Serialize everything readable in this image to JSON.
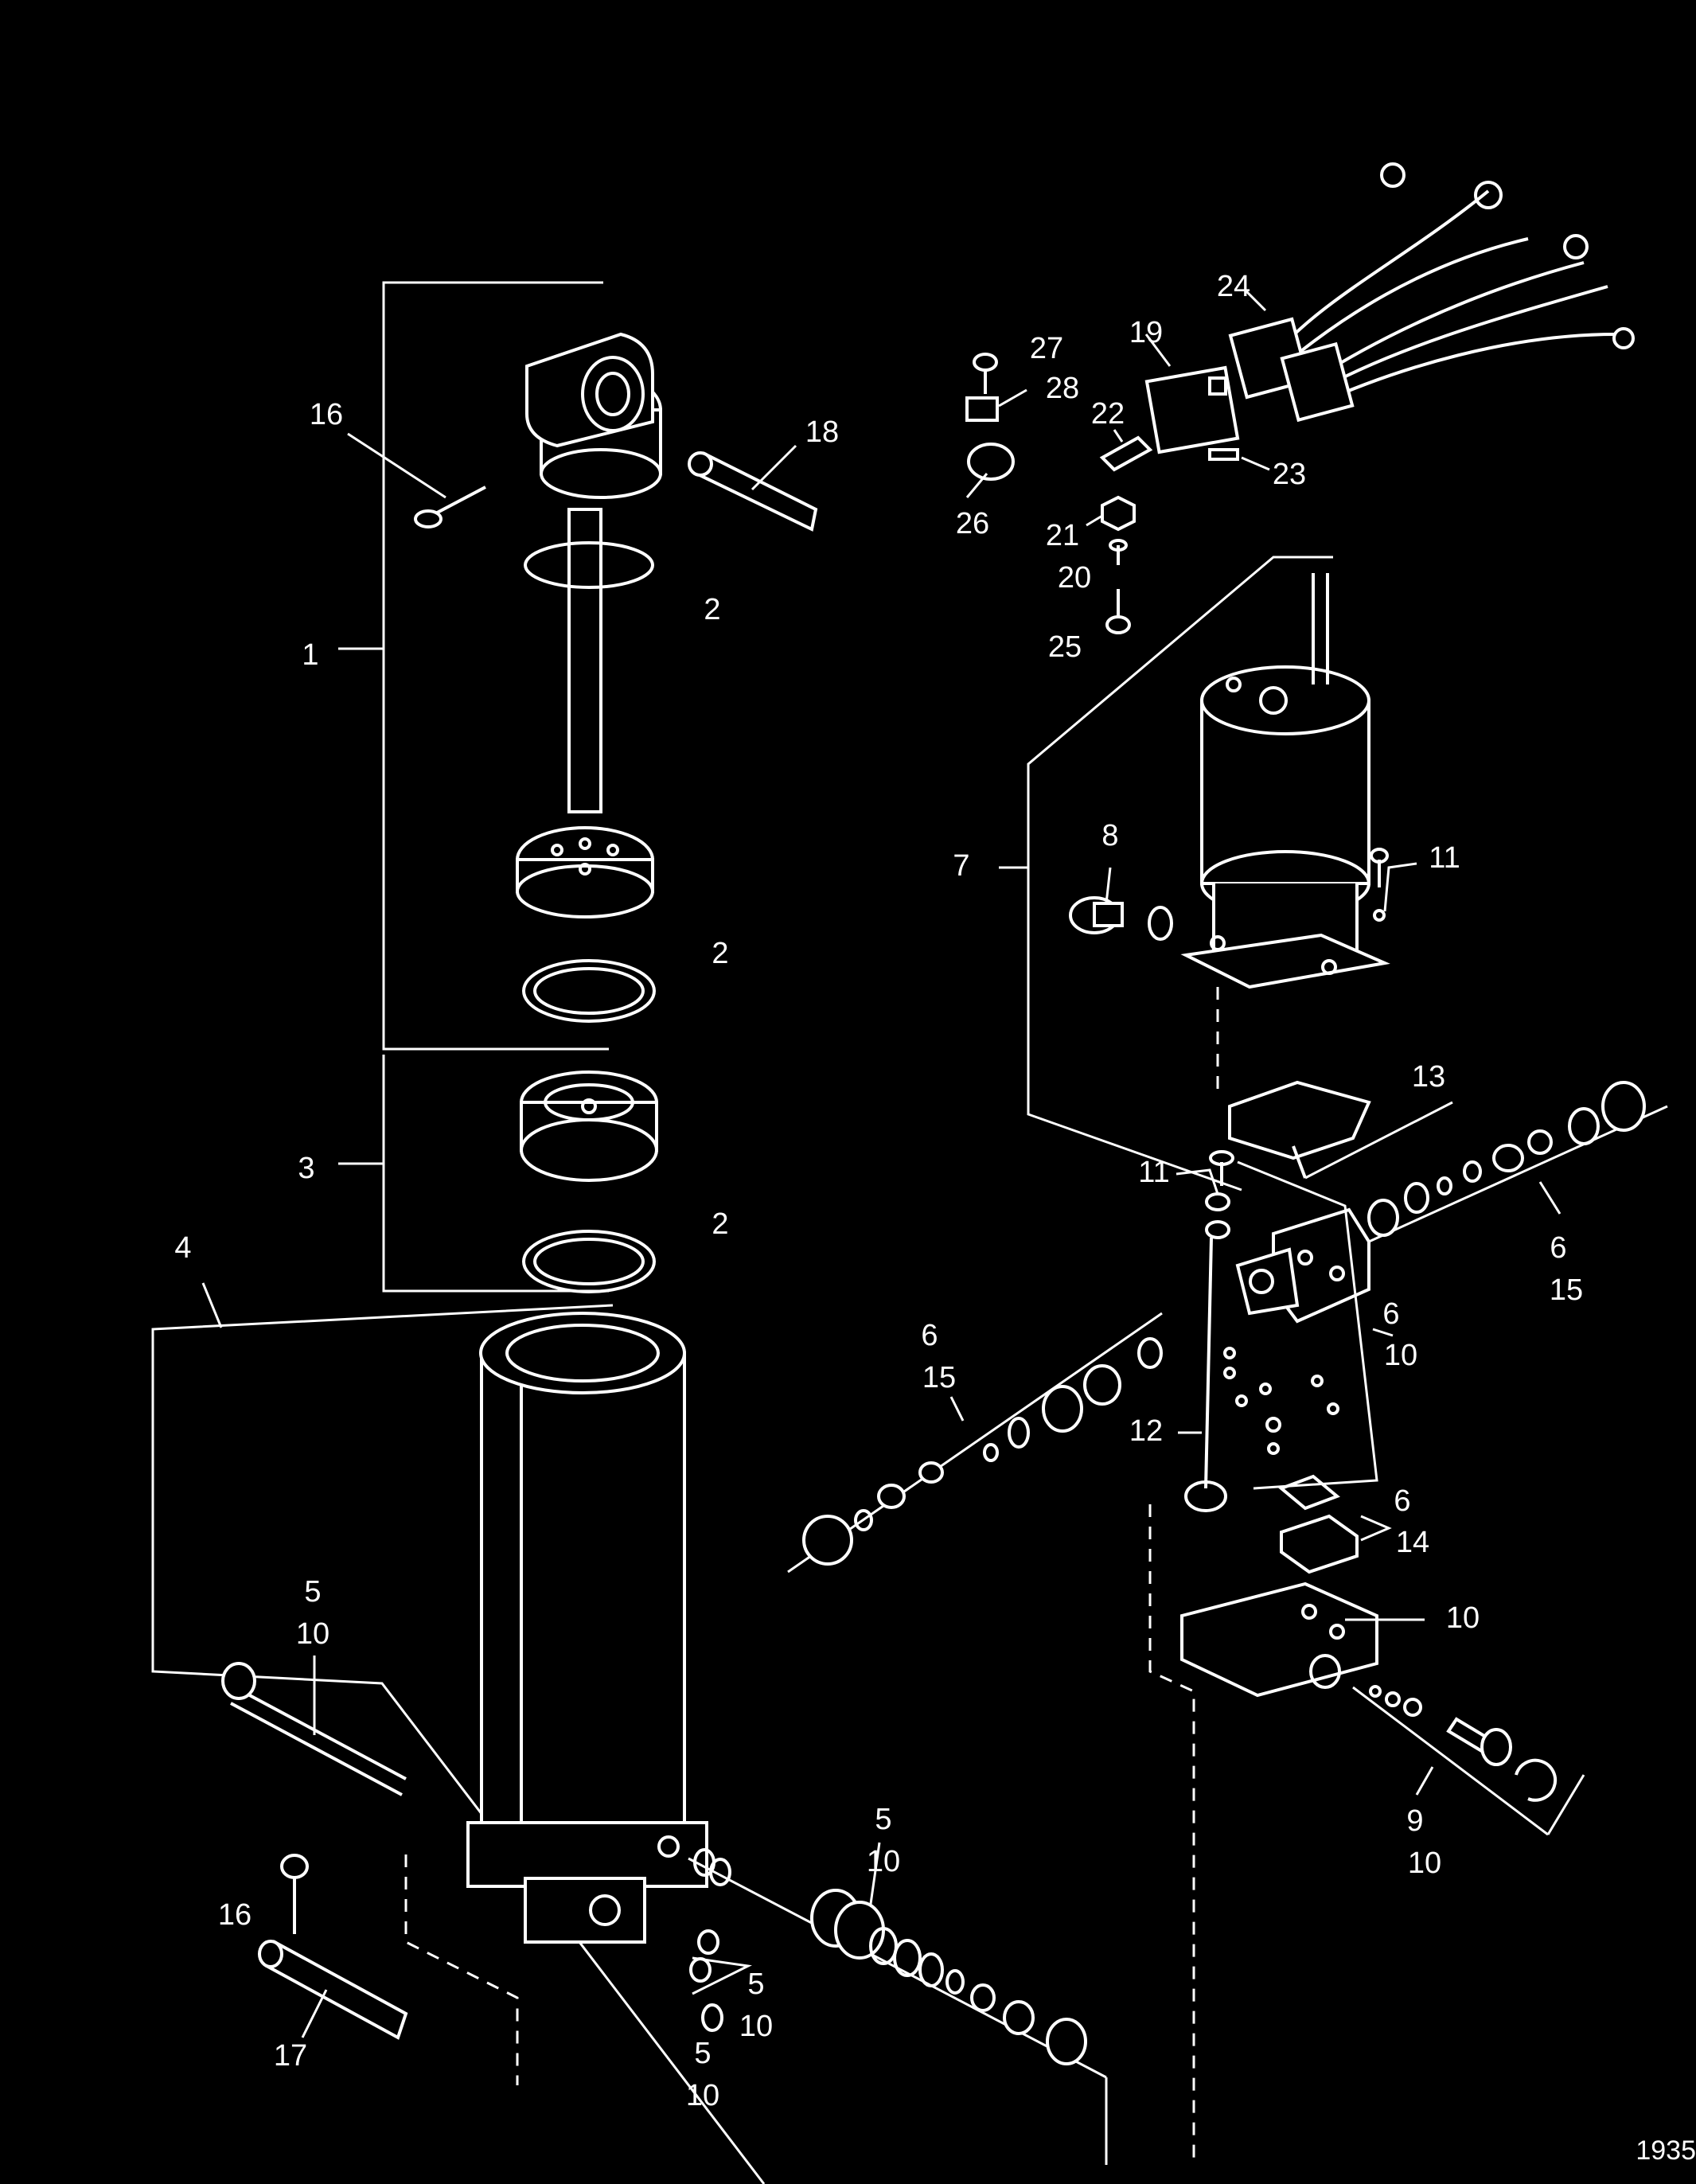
{
  "figure_number": "1935",
  "labels": {
    "l1": "1",
    "l2a": "2",
    "l2b": "2",
    "l2c": "2",
    "l3": "3",
    "l4": "4",
    "l5a": "5",
    "l10a": "10",
    "l5b": "5",
    "l10b": "10",
    "l5c": "5",
    "l10c": "10",
    "l5d": "5",
    "l10d": "10",
    "l6a": "6",
    "l15a": "15",
    "l6b": "6",
    "l15b": "15",
    "l6c": "6",
    "l10e": "10",
    "l6d": "6",
    "l14": "14",
    "l7": "7",
    "l8": "8",
    "l9": "9",
    "l10f": "10",
    "l10g": "10",
    "l11a": "11",
    "l11b": "11",
    "l12": "12",
    "l13": "13",
    "l16a": "16",
    "l16b": "16",
    "l17": "17",
    "l18": "18",
    "l19": "19",
    "l20": "20",
    "l21": "21",
    "l22": "22",
    "l23": "23",
    "l24": "24",
    "l25": "25",
    "l26": "26",
    "l27": "27",
    "l28": "28"
  }
}
